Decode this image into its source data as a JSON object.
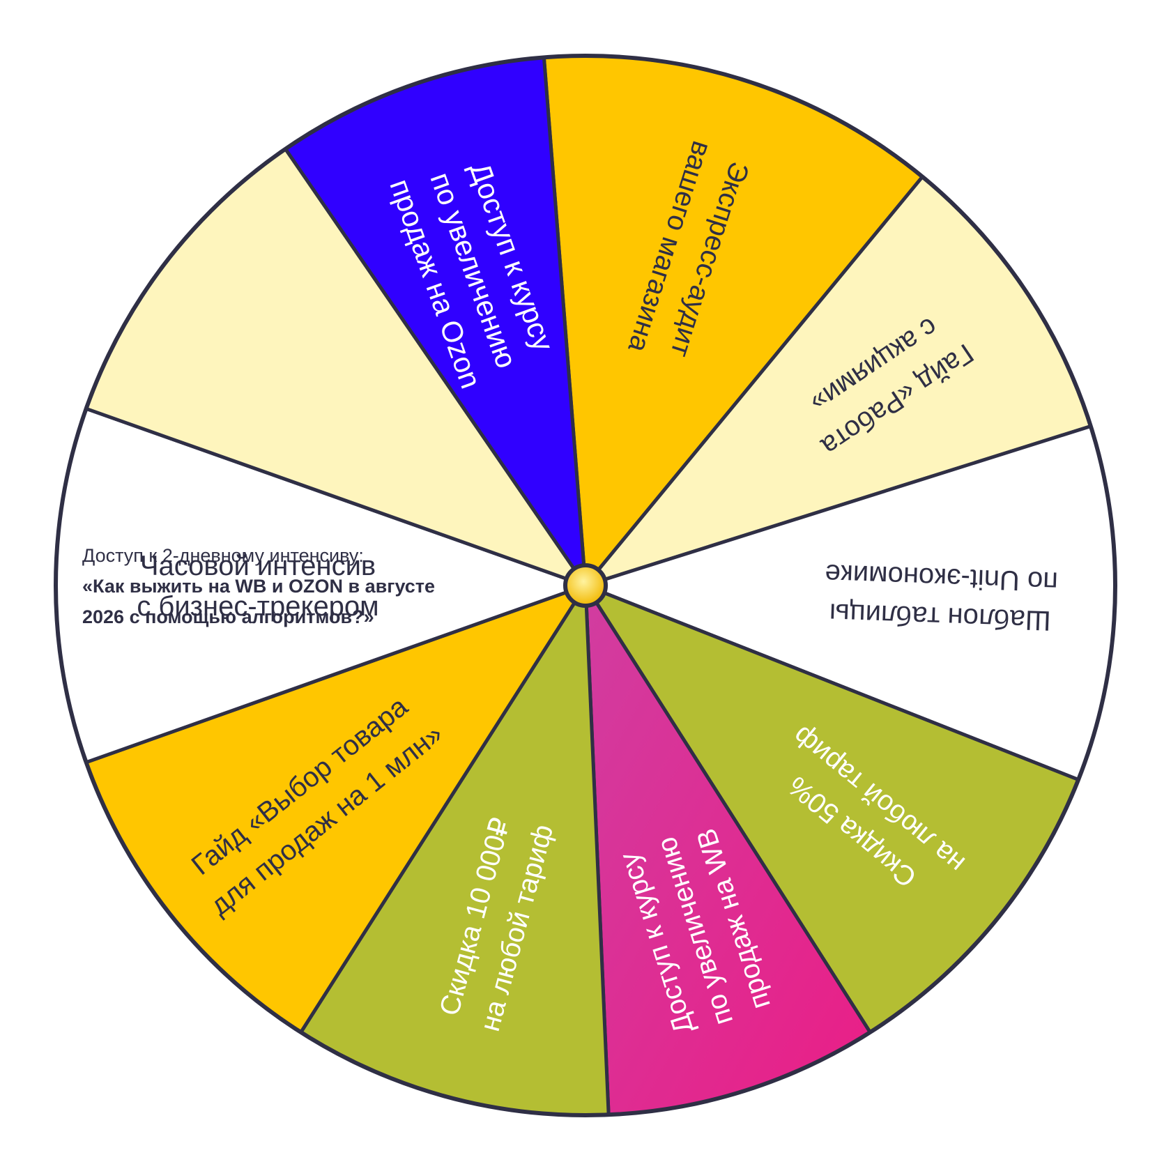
{
  "wheel": {
    "rim_color": "#2f2f45",
    "hub_color": "#f7c21c",
    "segments": [
      {
        "lines": [
          "Экспресс-аудит",
          "вашего магазина"
        ],
        "fill": "#ffc600",
        "text_color": "#2f2f45"
      },
      {
        "lines": [
          "Гайд «Работа",
          "с акциями»"
        ],
        "fill": "#fef5bd",
        "text_color": "#2f2f45"
      },
      {
        "lines": [
          "Шаблон таблицы",
          "по Unit-экономике"
        ],
        "fill": "#ffffff",
        "text_color": "#2f2f45"
      },
      {
        "lines": [
          "Скидка 50%",
          "на любой тариф"
        ],
        "fill": "#b4be33",
        "text_color": "#ffffff"
      },
      {
        "lines": [
          "Доступ к курсу",
          "по увеличению",
          "продаж на WB"
        ],
        "fill": "#ea1e86",
        "gradient_to": "#d13da0",
        "text_color": "#ffffff"
      },
      {
        "lines": [
          "Скидка 10 000₽",
          "на любой тариф"
        ],
        "fill": "#b4be33",
        "text_color": "#ffffff"
      },
      {
        "lines": [
          "Гайд «Выбор товара",
          "для продаж на 1 млн»"
        ],
        "fill": "#ffc600",
        "text_color": "#2f2f45"
      },
      {
        "lines": [
          "Часовой интенсив",
          "с бизнес-трекером"
        ],
        "fill": "#ffffff",
        "text_color": "#2f2f45"
      },
      {
        "lines": [
          "Доступ к 2-дневному интенсиву:",
          "«Как выжить на WB и OZON в августе",
          "2026 с помощью алгоритмов?»"
        ],
        "fill": "#fef5bd",
        "text_color": "#2f2f45",
        "horizontal": true
      },
      {
        "lines": [
          "Доступ к курсу",
          "по увеличению",
          "продаж на Ozon"
        ],
        "fill": "#3000ff",
        "text_color": "#ffffff"
      }
    ]
  }
}
